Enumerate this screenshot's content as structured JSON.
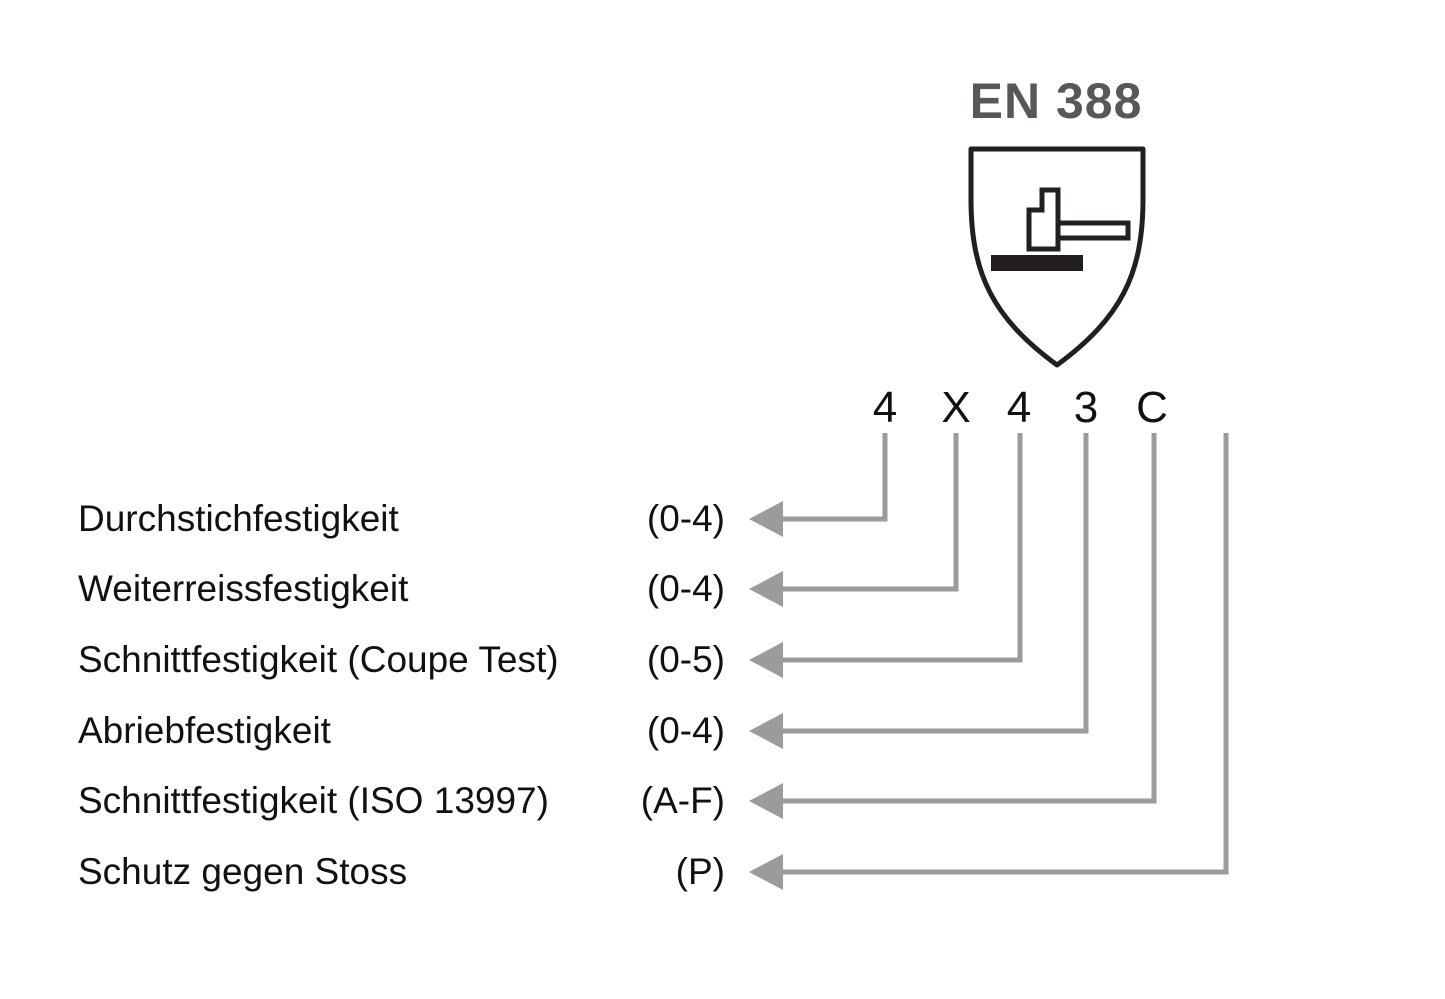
{
  "title": "EN 388",
  "pictogram": {
    "name": "impact-hammer-pictogram",
    "description": "shield with hammer striking surface"
  },
  "rating_code": {
    "characters": [
      "4",
      "X",
      "4",
      "3",
      "C"
    ]
  },
  "rows": [
    {
      "label": "Durchstichfestigkeit",
      "range": "(0-4)"
    },
    {
      "label": "Weiterreissfestigkeit",
      "range": "(0-4)"
    },
    {
      "label": "Schnittfestigkeit (Coupe Test)",
      "range": "(0-5)"
    },
    {
      "label": "Abriebfestigkeit",
      "range": "(0-4)"
    },
    {
      "label": "Schnittfestigkeit (ISO 13997)",
      "range": "(A-F)"
    },
    {
      "label": "Schutz gegen Stoss",
      "range": "(P)"
    }
  ],
  "colors": {
    "text": "#111111",
    "title_gray": "#57585a",
    "connector_gray": "#9b9b9b",
    "pictogram_ink": "#231f20",
    "background": "#ffffff"
  }
}
